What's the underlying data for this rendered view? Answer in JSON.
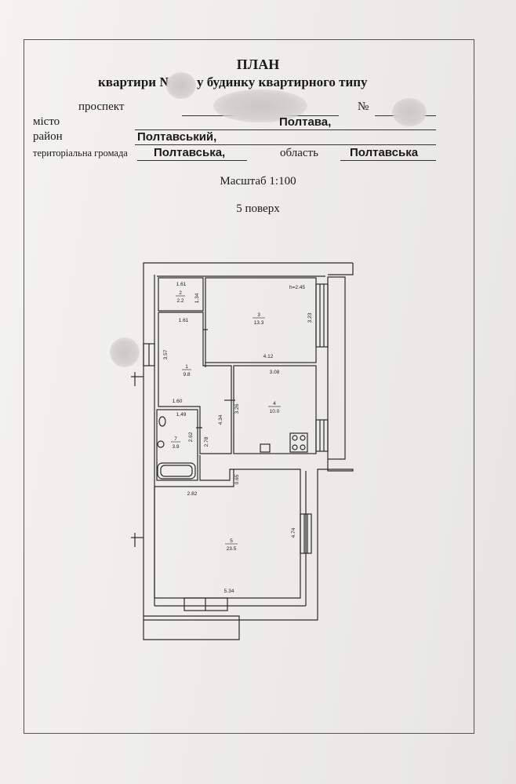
{
  "header": {
    "title": "ПЛАН",
    "subtitle_prefix": "квартири №",
    "subtitle_suffix": "у будинку квартирного типу"
  },
  "address": {
    "street_label": "проспект",
    "number_label": "№",
    "city_label": "місто",
    "city_value": "Полтава,",
    "district_label": "район",
    "district_value": "Полтавський,",
    "community_label": "територіальна громада",
    "community_value": "Полтавська,",
    "region_label": "область",
    "region_value": "Полтавська"
  },
  "scale": "Масштаб 1:100",
  "floor": "5  поверх",
  "plan": {
    "ceiling_height": "h=2.45",
    "rooms": [
      {
        "no": "1",
        "area": "9.8"
      },
      {
        "no": "2",
        "area": "2.2"
      },
      {
        "no": "3",
        "area": "13.3"
      },
      {
        "no": "4",
        "area": "10.0"
      },
      {
        "no": "5",
        "area": "23.5"
      },
      {
        "no": "7",
        "area": "3.9"
      }
    ],
    "dimensions": {
      "r2_width_top": "1.61",
      "r2_height": "1.34",
      "r1_width_top": "1.61",
      "r3_height": "3.23",
      "r3_width": "4.12",
      "r1_height": "3.57",
      "r4_width": "3.08",
      "r1_width_bottom": "1.60",
      "r4_height": "3.26",
      "r7_width": "1.49",
      "r7_height": "2.62",
      "corridor_height": "4.34",
      "corridor2_height": "2.78",
      "r5_width_top": "2.82",
      "gap": "0.65",
      "r5_height": "4.74",
      "r5_width_bottom": "5.34"
    }
  }
}
